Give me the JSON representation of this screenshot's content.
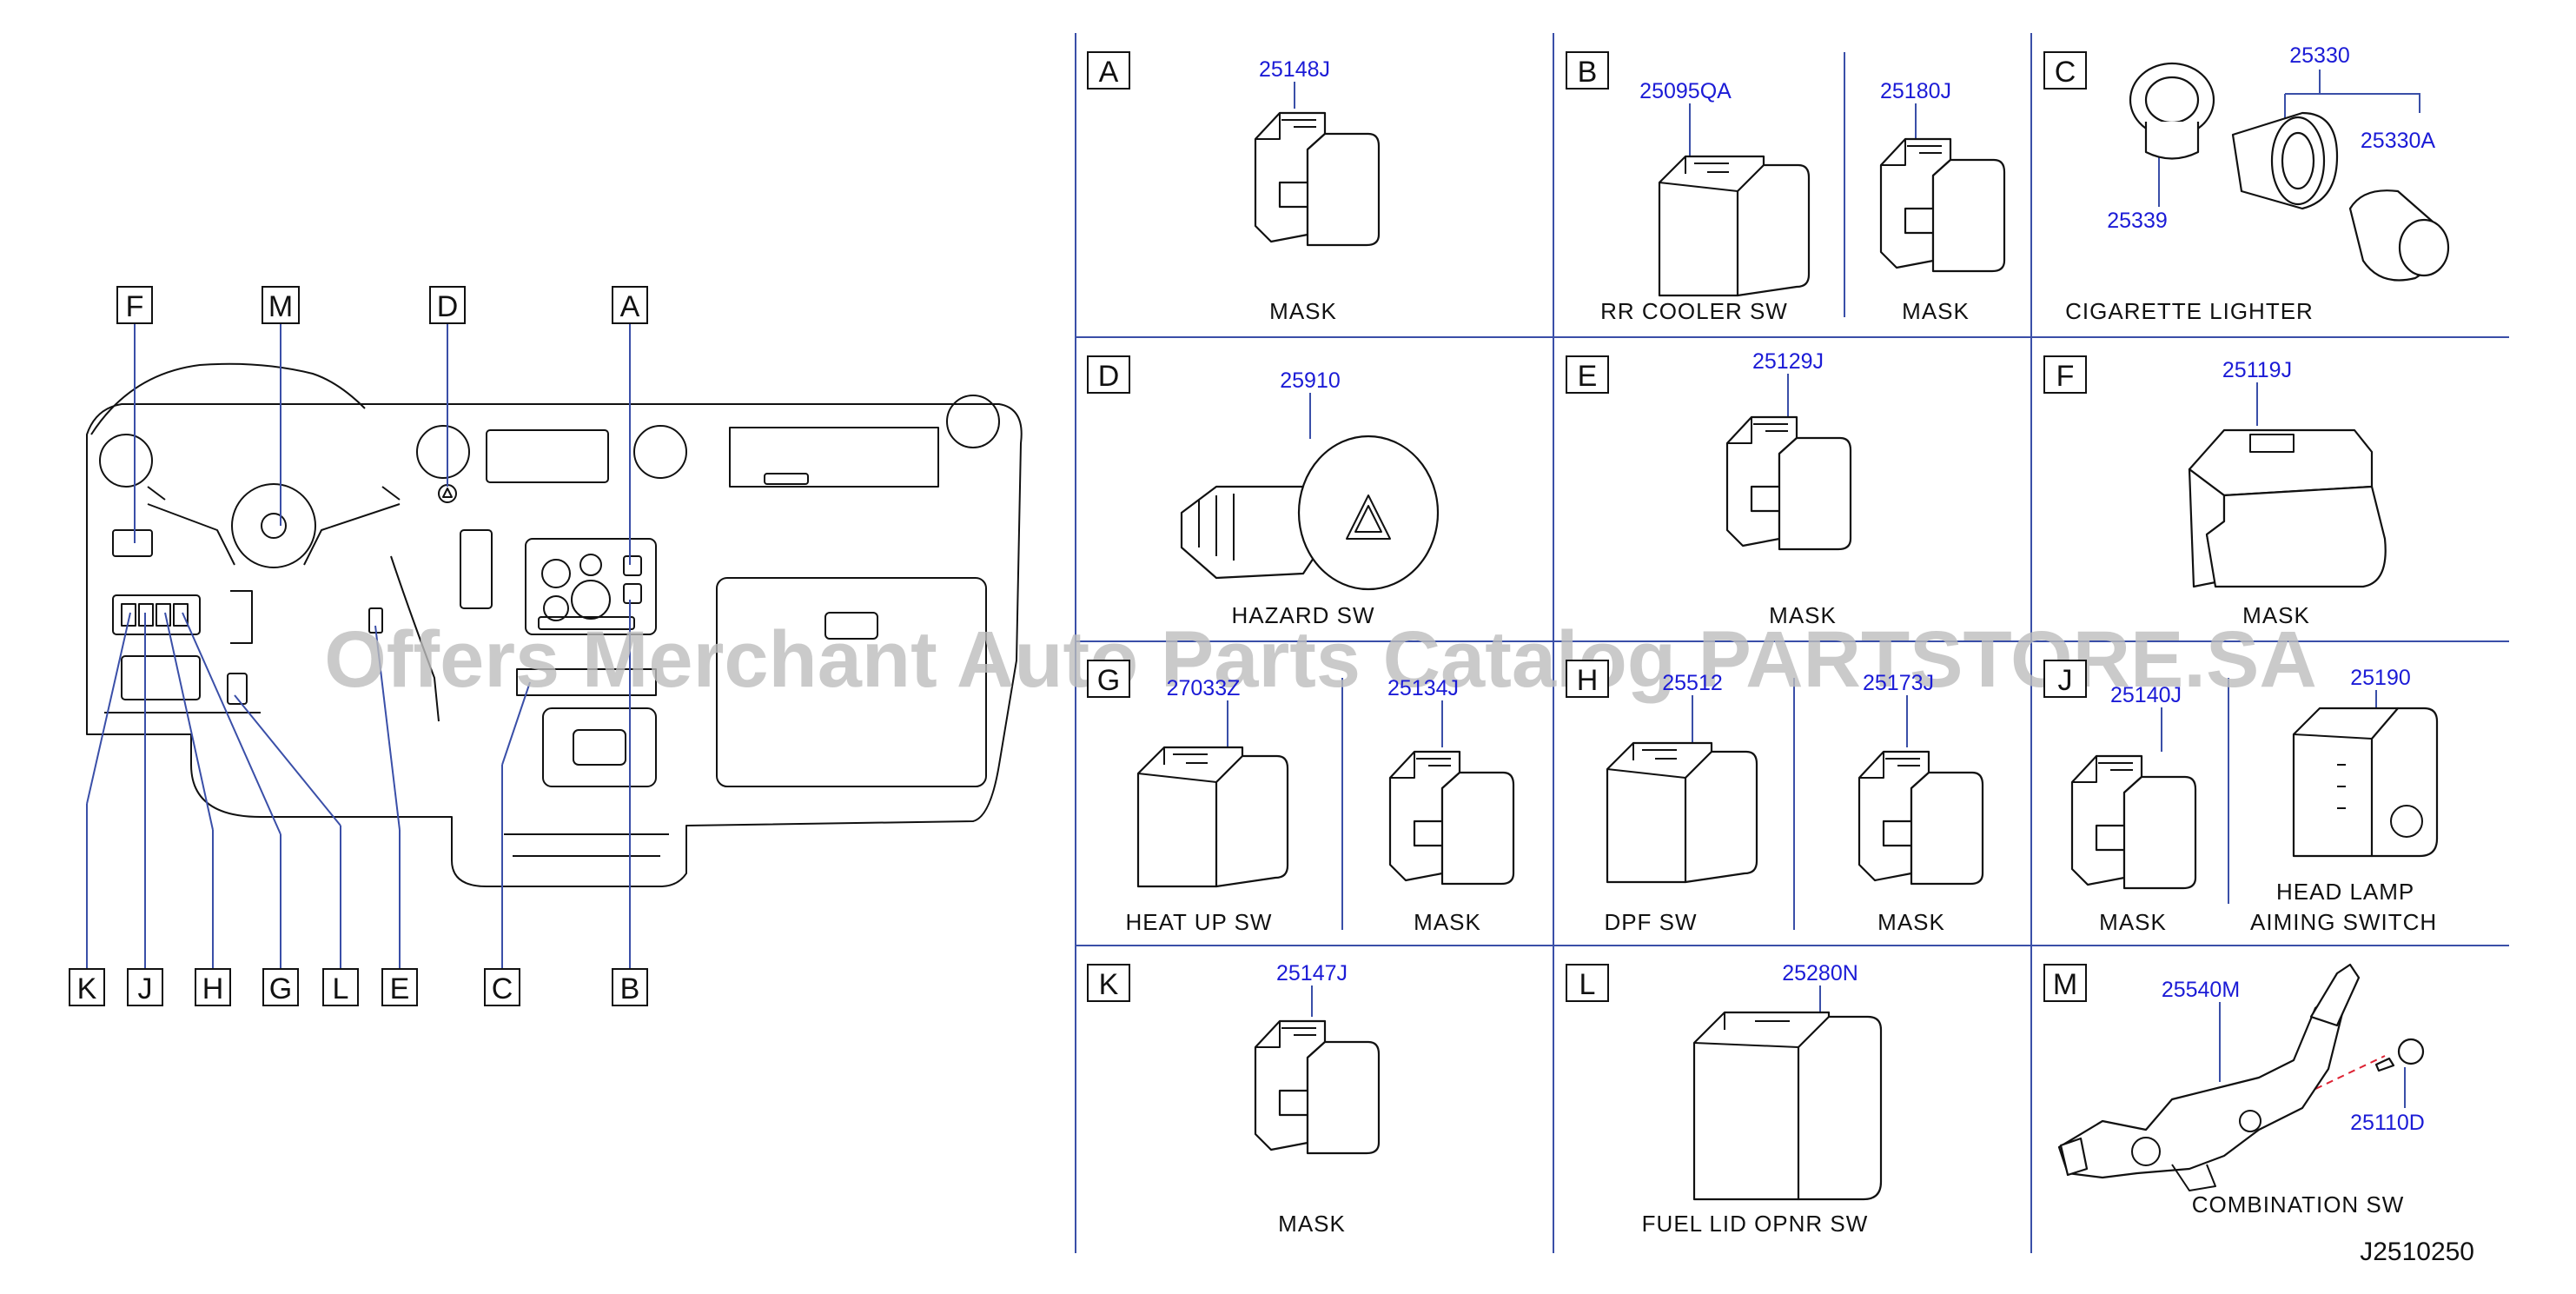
{
  "diagram_id": "J2510250",
  "watermark": "Offers Merchant Auto Parts Catalog PARTSTORE.SA",
  "dashboard_callouts": [
    "F",
    "M",
    "D",
    "A",
    "K",
    "J",
    "H",
    "G",
    "L",
    "E",
    "C",
    "B"
  ],
  "panels": {
    "A": {
      "letter": "A",
      "parts": [
        "25148J"
      ],
      "captions": [
        "MASK"
      ]
    },
    "B": {
      "letter": "B",
      "parts": [
        "25095QA",
        "25180J"
      ],
      "captions": [
        "RR   COOLER   SW",
        "MASK"
      ]
    },
    "C": {
      "letter": "C",
      "parts": [
        "25330",
        "25330A",
        "25339"
      ],
      "captions": [
        "CIGARETTE   LIGHTER"
      ]
    },
    "D": {
      "letter": "D",
      "parts": [
        "25910"
      ],
      "captions": [
        "HAZARD   SW"
      ]
    },
    "E": {
      "letter": "E",
      "parts": [
        "25129J"
      ],
      "captions": [
        "MASK"
      ]
    },
    "F": {
      "letter": "F",
      "parts": [
        "25119J"
      ],
      "captions": [
        "MASK"
      ]
    },
    "G": {
      "letter": "G",
      "parts": [
        "27033Z",
        "25134J"
      ],
      "captions": [
        "HEAT   UP   SW",
        "MASK"
      ]
    },
    "H": {
      "letter": "H",
      "parts": [
        "25512",
        "25173J"
      ],
      "captions": [
        "DPF   SW",
        "MASK"
      ]
    },
    "J": {
      "letter": "J",
      "parts": [
        "25140J",
        "25190"
      ],
      "captions": [
        "MASK",
        "HEAD   LAMP",
        "AIMING   SWITCH"
      ]
    },
    "K": {
      "letter": "K",
      "parts": [
        "25147J"
      ],
      "captions": [
        "MASK"
      ]
    },
    "L": {
      "letter": "L",
      "parts": [
        "25280N"
      ],
      "captions": [
        "FUEL   LID   OPNR   SW"
      ]
    },
    "M": {
      "letter": "M",
      "parts": [
        "25540M",
        "25110D"
      ],
      "captions": [
        "COMBINATION   SW"
      ]
    }
  },
  "colors": {
    "part_number": "#1b1bd6",
    "grid": "#3a4fa8",
    "ink": "#111111",
    "watermark": "#bdbdbd"
  }
}
